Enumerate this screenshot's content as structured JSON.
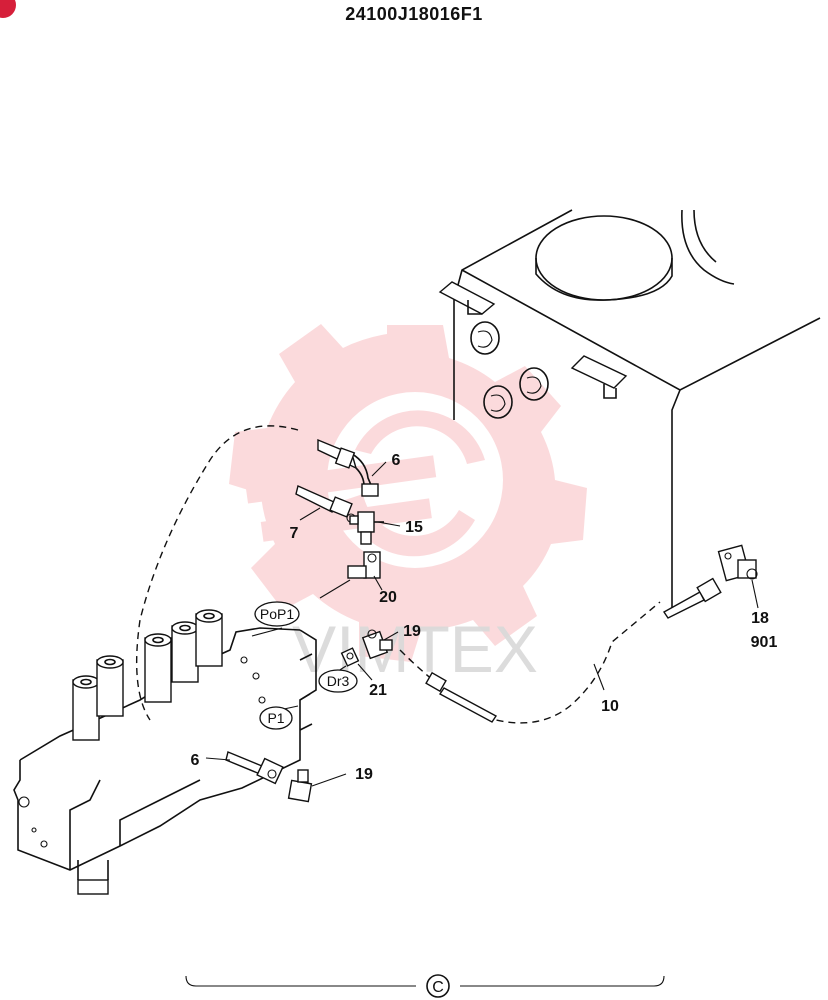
{
  "document": {
    "title": "24100J18016F1",
    "watermark_text": "VIMTEX",
    "watermark_color": "#e8202a",
    "brand_dot_color": "#d61f3a",
    "view_label": "C"
  },
  "callouts": {
    "c6a": "6",
    "c7": "7",
    "c15": "15",
    "c20": "20",
    "c19a": "19",
    "c21": "21",
    "c10": "10",
    "c18": "18",
    "c901": "901",
    "c6b": "6",
    "c19b": "19"
  },
  "ports": {
    "pop1": "PoP1",
    "dr3": "Dr3",
    "p1": "P1"
  }
}
